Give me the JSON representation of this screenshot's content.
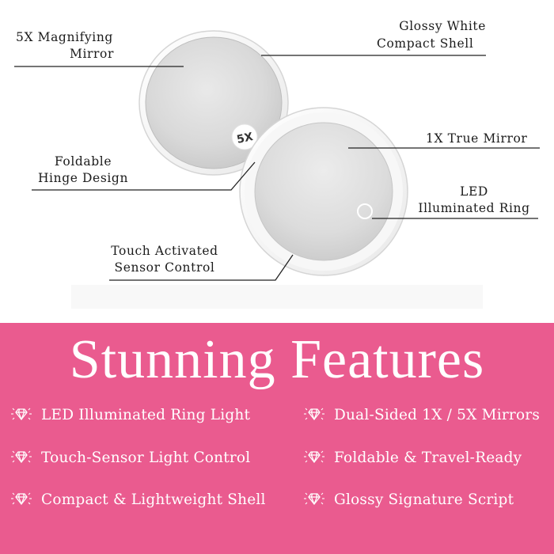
{
  "callouts": {
    "magnify": [
      "5X Magnifying",
      "Mirror"
    ],
    "shell": [
      "Glossy White",
      "Compact Shell"
    ],
    "true_mirror": [
      "1X True Mirror"
    ],
    "hinge": [
      "Foldable",
      "Hinge Design"
    ],
    "led": [
      "LED",
      "Illuminated Ring"
    ],
    "sensor": [
      "Touch Activated",
      "Sensor Control"
    ]
  },
  "mirror_badge": "5X",
  "headline": "Stunning Features",
  "features": [
    "LED Illuminated Ring Light",
    "Dual-Sided 1X / 5X Mirrors",
    "Touch-Sensor Light Control",
    "Foldable & Travel-Ready",
    "Compact & Lightweight Shell",
    "Glossy Signature Script"
  ],
  "colors": {
    "banner_pink": "#ea5b8f",
    "text_dark": "#1b1b1b",
    "text_white": "#ffffff"
  },
  "icons": {
    "feature_bullet": "diamond-sparkle-icon"
  }
}
